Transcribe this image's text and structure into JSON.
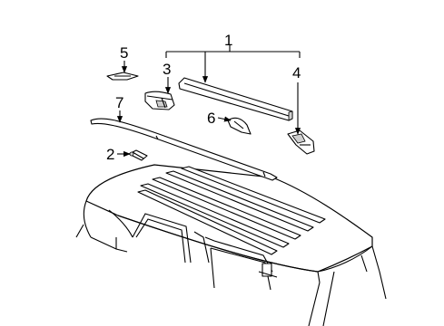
{
  "callouts": [
    {
      "id": "1",
      "text": "1"
    },
    {
      "id": "2",
      "text": "2"
    },
    {
      "id": "3",
      "text": "3"
    },
    {
      "id": "4",
      "text": "4"
    },
    {
      "id": "5",
      "text": "5"
    },
    {
      "id": "6",
      "text": "6"
    },
    {
      "id": "7",
      "text": "7"
    }
  ]
}
